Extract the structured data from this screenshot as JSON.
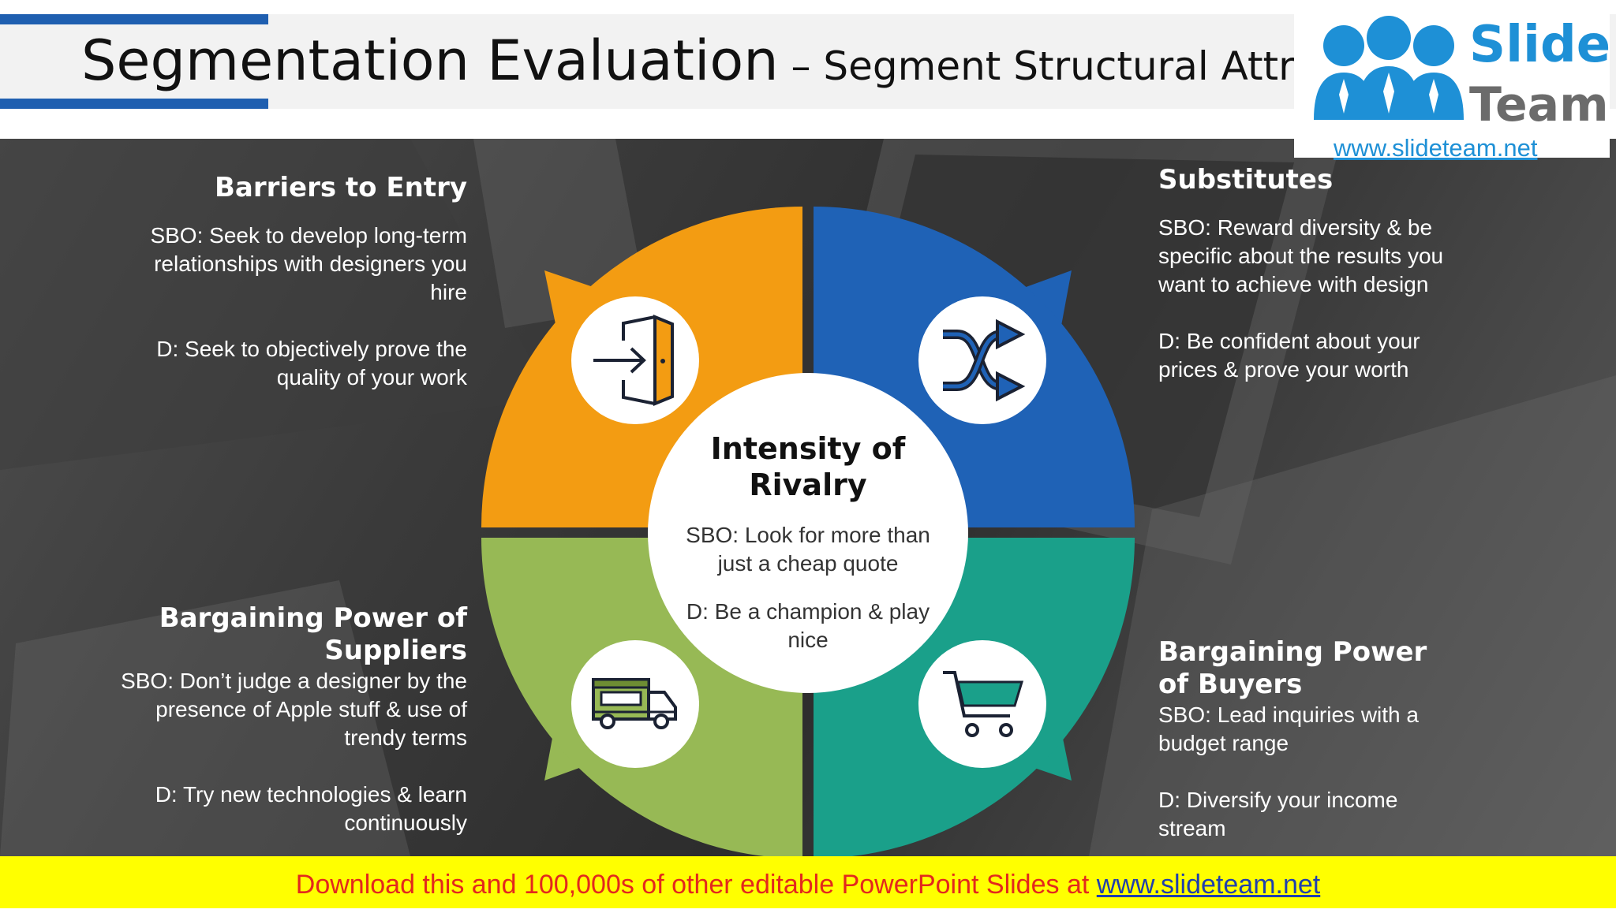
{
  "header": {
    "title_main": "Segmentation Evaluation",
    "title_sub": " – Segment Structural Attractiveness"
  },
  "logo": {
    "word1": "Slide",
    "word2": "Team",
    "url": "www.slideteam.net"
  },
  "colors": {
    "orange": "#f39c12",
    "blue": "#1f62b6",
    "green": "#97b955",
    "teal": "#1aa08a",
    "footer_bg": "#ffff00",
    "footer_text": "#e3281d",
    "accent_bar": "#1f5fb0"
  },
  "center": {
    "title_line1": "Intensity of",
    "title_line2": "Rivalry",
    "line1": "SBO: Look for more than",
    "line2": "just a cheap quote",
    "line3": "D: Be a champion & play",
    "line4": "nice"
  },
  "quadrants": {
    "barriers": {
      "title": "Barriers to Entry",
      "sbo_1": "SBO: Seek to develop long-term",
      "sbo_2": "relationships with designers you",
      "sbo_3": "hire",
      "d_1": "D: Seek to objectively prove the",
      "d_2": "quality of your work",
      "icon": "door-entry-icon"
    },
    "substitutes": {
      "title": "Substitutes",
      "sbo_1": "SBO: Reward diversity & be",
      "sbo_2": "specific about the results you",
      "sbo_3": "want to achieve with design",
      "d_1": "D: Be confident about your",
      "d_2": "prices & prove your worth",
      "icon": "shuffle-arrows-icon"
    },
    "suppliers": {
      "title_1": "Bargaining Power of",
      "title_2": "Suppliers",
      "sbo_1": "SBO: Don’t judge a designer by the",
      "sbo_2": "presence of Apple stuff & use of",
      "sbo_3": "trendy terms",
      "d_1": "D: Try new technologies & learn",
      "d_2": "continuously",
      "icon": "food-truck-icon"
    },
    "buyers": {
      "title_1": "Bargaining Power",
      "title_2": "of Buyers",
      "sbo_1": "SBO: Lead inquiries with a",
      "sbo_2": "budget range",
      "d_1": "D: Diversify your income",
      "d_2": "stream",
      "icon": "shopping-cart-icon"
    }
  },
  "footer": {
    "text": "Download this and 100,000s of other editable PowerPoint Slides at ",
    "link": "www.slideteam.net"
  }
}
